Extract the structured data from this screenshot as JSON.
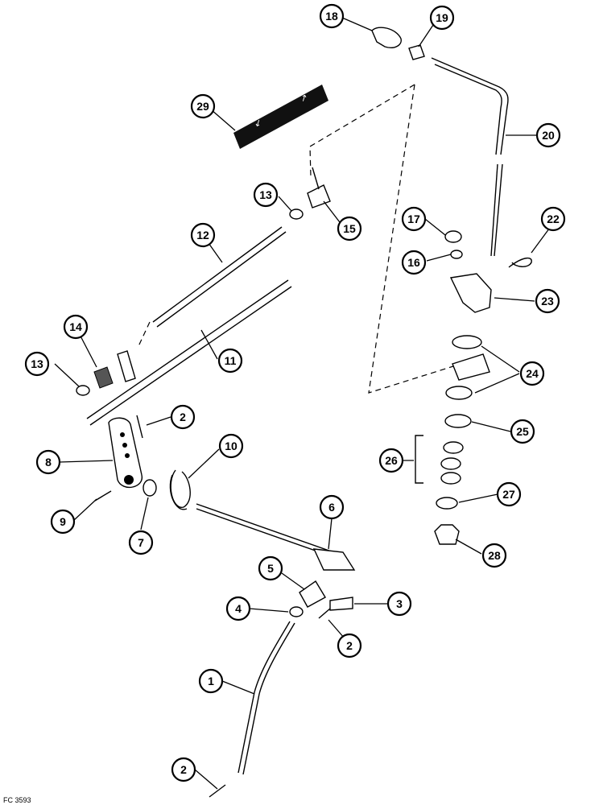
{
  "figure_code": "FC 3593",
  "colors": {
    "line": "#000000",
    "background": "#ffffff",
    "decal": "#111111"
  },
  "callouts": [
    "1",
    "2",
    "2",
    "2",
    "2",
    "3",
    "4",
    "5",
    "6",
    "7",
    "8",
    "9",
    "10",
    "11",
    "12",
    "13",
    "13",
    "14",
    "15",
    "16",
    "17",
    "18",
    "19",
    "20",
    "22",
    "23",
    "24",
    "25",
    "26",
    "27",
    "28",
    "29"
  ]
}
